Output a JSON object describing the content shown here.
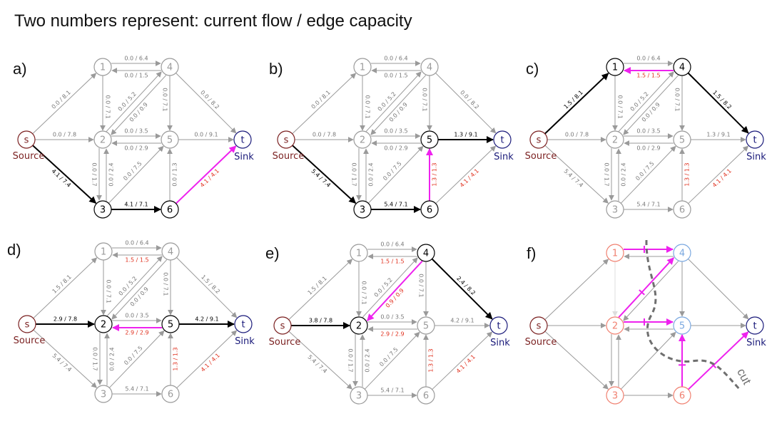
{
  "title": "Two numbers represent:  current flow / edge capacity",
  "labels": {
    "source": "Source",
    "sink": "Sink",
    "cut": "cut"
  },
  "colors": {
    "default_edge": "#9a9a9a",
    "default_text": "#777777",
    "saturated_text": "#e0301e",
    "active_edge": "#000000",
    "augment_edge": "#ee22ee",
    "cut_line": "#6f6f6f",
    "source_node": "#7a1f1f",
    "sink_node": "#1a1a7a",
    "source_side_node": "#f08070",
    "sink_side_node": "#7aa8e0"
  },
  "nodes": [
    "s",
    "1",
    "2",
    "3",
    "4",
    "5",
    "6",
    "t"
  ],
  "panels": [
    {
      "id": "a",
      "label": "a)",
      "dark_nodes": [
        "3",
        "6"
      ],
      "edges": [
        {
          "id": "s1",
          "text": "0.0 / 8.1",
          "style": "default"
        },
        {
          "id": "s2",
          "text": "0.0 / 7.8",
          "style": "default"
        },
        {
          "id": "s3",
          "text": "4.1 / 7.4",
          "style": "active"
        },
        {
          "id": "14",
          "text": "0.0 / 6.4",
          "style": "default"
        },
        {
          "id": "41",
          "text": "0.0 / 1.5",
          "style": "default"
        },
        {
          "id": "12",
          "text": "0.0 / 7.1",
          "style": "default"
        },
        {
          "id": "24",
          "text": "0.0 / 5.2",
          "style": "default"
        },
        {
          "id": "42",
          "text": "0.0 / 0.9",
          "style": "default"
        },
        {
          "id": "45",
          "text": "0.0 / 7.1",
          "style": "default"
        },
        {
          "id": "4t",
          "text": "0.0 / 8.2",
          "style": "default"
        },
        {
          "id": "25",
          "text": "0.0 / 3.5",
          "style": "default"
        },
        {
          "id": "52",
          "text": "0.0 / 2.9",
          "style": "default"
        },
        {
          "id": "5t",
          "text": "0.0 / 9.1",
          "style": "default"
        },
        {
          "id": "23",
          "text": "0.0 / 1.7",
          "style": "default"
        },
        {
          "id": "32",
          "text": "0.0 / 2.4",
          "style": "default"
        },
        {
          "id": "35",
          "text": "0.0 / 7.5",
          "style": "default"
        },
        {
          "id": "65",
          "text": "0.0 / 1.3",
          "style": "default"
        },
        {
          "id": "36",
          "text": "4.1 / 7.1",
          "style": "active"
        },
        {
          "id": "6t",
          "text": "4.1 / 4.1",
          "style": "augment"
        }
      ]
    },
    {
      "id": "b",
      "label": "b)",
      "dark_nodes": [
        "3",
        "5",
        "6"
      ],
      "edges": [
        {
          "id": "s1",
          "text": "0.0 / 8.1",
          "style": "default"
        },
        {
          "id": "s2",
          "text": "0.0 / 7.8",
          "style": "default"
        },
        {
          "id": "s3",
          "text": "5.4 / 7.4",
          "style": "active"
        },
        {
          "id": "14",
          "text": "0.0 / 6.4",
          "style": "default"
        },
        {
          "id": "41",
          "text": "0.0 / 1.5",
          "style": "default"
        },
        {
          "id": "12",
          "text": "0.0 / 7.1",
          "style": "default"
        },
        {
          "id": "24",
          "text": "0.0 / 5.2",
          "style": "default"
        },
        {
          "id": "42",
          "text": "0.0 / 0.9",
          "style": "default"
        },
        {
          "id": "45",
          "text": "0.0 / 7.1",
          "style": "default"
        },
        {
          "id": "4t",
          "text": "0.0 / 8.2",
          "style": "default"
        },
        {
          "id": "25",
          "text": "0.0 / 3.5",
          "style": "default"
        },
        {
          "id": "52",
          "text": "0.0 / 2.9",
          "style": "default"
        },
        {
          "id": "5t",
          "text": "1.3 / 9.1",
          "style": "active"
        },
        {
          "id": "23",
          "text": "0.0 / 1.7",
          "style": "default"
        },
        {
          "id": "32",
          "text": "0.0 / 2.4",
          "style": "default"
        },
        {
          "id": "35",
          "text": "0.0 / 7.5",
          "style": "default"
        },
        {
          "id": "65",
          "text": "1.3 / 1.3",
          "style": "augment"
        },
        {
          "id": "36",
          "text": "5.4 / 7.1",
          "style": "active"
        },
        {
          "id": "6t",
          "text": "4.1 / 4.1",
          "style": "saturated"
        }
      ]
    },
    {
      "id": "c",
      "label": "c)",
      "dark_nodes": [
        "1",
        "4"
      ],
      "edges": [
        {
          "id": "s1",
          "text": "1.5 / 8.1",
          "style": "active"
        },
        {
          "id": "s2",
          "text": "0.0 / 7.8",
          "style": "default"
        },
        {
          "id": "s3",
          "text": "5.4 / 7.4",
          "style": "default"
        },
        {
          "id": "14",
          "text": "0.0 / 6.4",
          "style": "default"
        },
        {
          "id": "41",
          "text": "1.5 / 1.5",
          "style": "augment"
        },
        {
          "id": "12",
          "text": "0.0 / 7.1",
          "style": "default"
        },
        {
          "id": "24",
          "text": "0.0 / 5.2",
          "style": "default"
        },
        {
          "id": "42",
          "text": "0.0 / 0.9",
          "style": "default"
        },
        {
          "id": "45",
          "text": "0.0 / 7.1",
          "style": "default"
        },
        {
          "id": "4t",
          "text": "1.5 / 8.2",
          "style": "active"
        },
        {
          "id": "25",
          "text": "0.0 / 3.5",
          "style": "default"
        },
        {
          "id": "52",
          "text": "0.0 / 2.9",
          "style": "default"
        },
        {
          "id": "5t",
          "text": "1.3 / 9.1",
          "style": "default"
        },
        {
          "id": "23",
          "text": "0.0 / 1.7",
          "style": "default"
        },
        {
          "id": "32",
          "text": "0.0 / 2.4",
          "style": "default"
        },
        {
          "id": "35",
          "text": "0.0 / 7.5",
          "style": "default"
        },
        {
          "id": "65",
          "text": "1.3 / 1.3",
          "style": "saturated"
        },
        {
          "id": "36",
          "text": "5.4 / 7.1",
          "style": "default"
        },
        {
          "id": "6t",
          "text": "4.1 / 4.1",
          "style": "saturated"
        }
      ]
    },
    {
      "id": "d",
      "label": "d)",
      "dark_nodes": [
        "2",
        "5"
      ],
      "edges": [
        {
          "id": "s1",
          "text": "1.5 / 8.1",
          "style": "default"
        },
        {
          "id": "s2",
          "text": "2.9 / 7.8",
          "style": "active"
        },
        {
          "id": "s3",
          "text": "5.4 / 7.4",
          "style": "default"
        },
        {
          "id": "14",
          "text": "0.0 / 6.4",
          "style": "default"
        },
        {
          "id": "41",
          "text": "1.5 / 1.5",
          "style": "saturated"
        },
        {
          "id": "12",
          "text": "0.0 / 7.1",
          "style": "default"
        },
        {
          "id": "24",
          "text": "0.0 / 5.2",
          "style": "default"
        },
        {
          "id": "42",
          "text": "0.0 / 0.9",
          "style": "default"
        },
        {
          "id": "45",
          "text": "0.0 / 7.1",
          "style": "default"
        },
        {
          "id": "4t",
          "text": "1.5 / 8.2",
          "style": "default"
        },
        {
          "id": "25",
          "text": "0.0 / 3.5",
          "style": "default"
        },
        {
          "id": "52",
          "text": "2.9 / 2.9",
          "style": "augment"
        },
        {
          "id": "5t",
          "text": "4.2 / 9.1",
          "style": "active"
        },
        {
          "id": "23",
          "text": "0.0 / 1.7",
          "style": "default"
        },
        {
          "id": "32",
          "text": "0.0 / 2.4",
          "style": "default"
        },
        {
          "id": "35",
          "text": "0.0 / 7.5",
          "style": "default"
        },
        {
          "id": "65",
          "text": "1.3 / 1.3",
          "style": "saturated"
        },
        {
          "id": "36",
          "text": "5.4 / 7.1",
          "style": "default"
        },
        {
          "id": "6t",
          "text": "4.1 / 4.1",
          "style": "saturated"
        }
      ]
    },
    {
      "id": "e",
      "label": "e)",
      "dark_nodes": [
        "2",
        "4"
      ],
      "edges": [
        {
          "id": "s1",
          "text": "1.5 / 8.1",
          "style": "default"
        },
        {
          "id": "s2",
          "text": "3.8 / 7.8",
          "style": "active"
        },
        {
          "id": "s3",
          "text": "5.4 / 7.4",
          "style": "default"
        },
        {
          "id": "14",
          "text": "0.0 / 6.4",
          "style": "default"
        },
        {
          "id": "41",
          "text": "1.5 / 1.5",
          "style": "saturated"
        },
        {
          "id": "12",
          "text": "0.0 / 7.1",
          "style": "default"
        },
        {
          "id": "24",
          "text": "0.0 / 5.2",
          "style": "default"
        },
        {
          "id": "42",
          "text": "0.9 / 0.9",
          "style": "augment"
        },
        {
          "id": "45",
          "text": "0.0 / 7.1",
          "style": "default"
        },
        {
          "id": "4t",
          "text": "2.4 / 8.2",
          "style": "active"
        },
        {
          "id": "25",
          "text": "0.0 / 3.5",
          "style": "default"
        },
        {
          "id": "52",
          "text": "2.9 / 2.9",
          "style": "saturated"
        },
        {
          "id": "5t",
          "text": "4.2 / 9.1",
          "style": "default"
        },
        {
          "id": "23",
          "text": "0.0 / 1.7",
          "style": "default"
        },
        {
          "id": "32",
          "text": "0.0 / 2.4",
          "style": "default"
        },
        {
          "id": "35",
          "text": "0.0 / 7.5",
          "style": "default"
        },
        {
          "id": "65",
          "text": "1.3 / 1.3",
          "style": "saturated"
        },
        {
          "id": "36",
          "text": "5.4 / 7.1",
          "style": "default"
        },
        {
          "id": "6t",
          "text": "4.1 / 4.1",
          "style": "saturated"
        }
      ]
    },
    {
      "id": "f",
      "label": "f)",
      "dark_nodes": [],
      "node_colors": {
        "1": "source_side_node",
        "2": "source_side_node",
        "3": "source_side_node",
        "6": "source_side_node",
        "4": "sink_side_node",
        "5": "sink_side_node"
      },
      "edges": [
        {
          "id": "s1",
          "style": "default"
        },
        {
          "id": "s2",
          "style": "default"
        },
        {
          "id": "s3",
          "style": "default"
        },
        {
          "id": "14",
          "style": "cutblock"
        },
        {
          "id": "41",
          "style": "back"
        },
        {
          "id": "12",
          "style": "faint"
        },
        {
          "id": "24",
          "style": "cutblock"
        },
        {
          "id": "42",
          "style": "back"
        },
        {
          "id": "45",
          "style": "default"
        },
        {
          "id": "4t",
          "style": "default"
        },
        {
          "id": "25",
          "style": "cutblock"
        },
        {
          "id": "52",
          "style": "back"
        },
        {
          "id": "5t",
          "style": "default"
        },
        {
          "id": "23",
          "style": "default"
        },
        {
          "id": "32",
          "style": "default"
        },
        {
          "id": "35",
          "style": "default"
        },
        {
          "id": "65",
          "style": "cutblock"
        },
        {
          "id": "36",
          "style": "default"
        },
        {
          "id": "6t",
          "style": "cutblock"
        }
      ]
    }
  ]
}
